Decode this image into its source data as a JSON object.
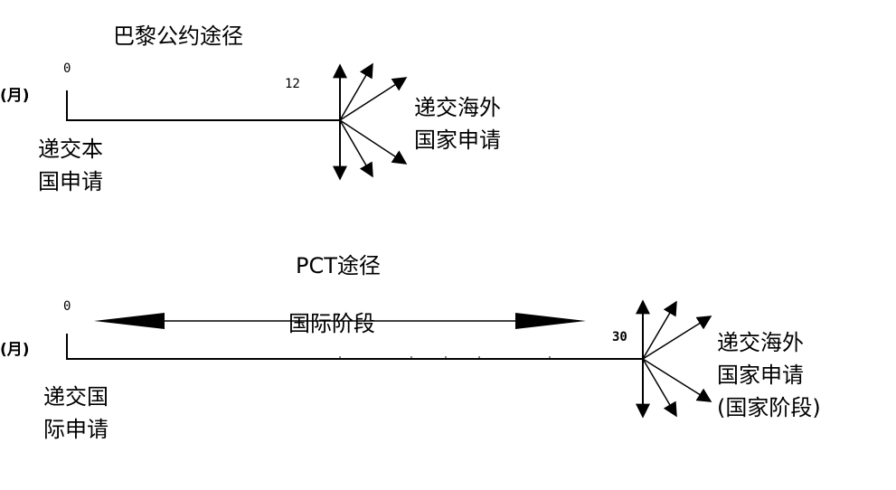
{
  "paris": {
    "title": "巴黎公约途径",
    "start_tick": "0",
    "end_tick": "12",
    "unit": "(月)",
    "start_label": [
      "递交本",
      "国申请"
    ],
    "end_label": [
      "递交海外",
      "国家申请"
    ]
  },
  "pct": {
    "title": "PCT途径",
    "start_tick": "0",
    "end_tick": "30",
    "unit": "(月)",
    "phase_label": "国际阶段",
    "start_label": [
      "递交国",
      "际申请"
    ],
    "end_label": [
      "递交海外",
      "国家申请",
      "(国家阶段)"
    ]
  }
}
